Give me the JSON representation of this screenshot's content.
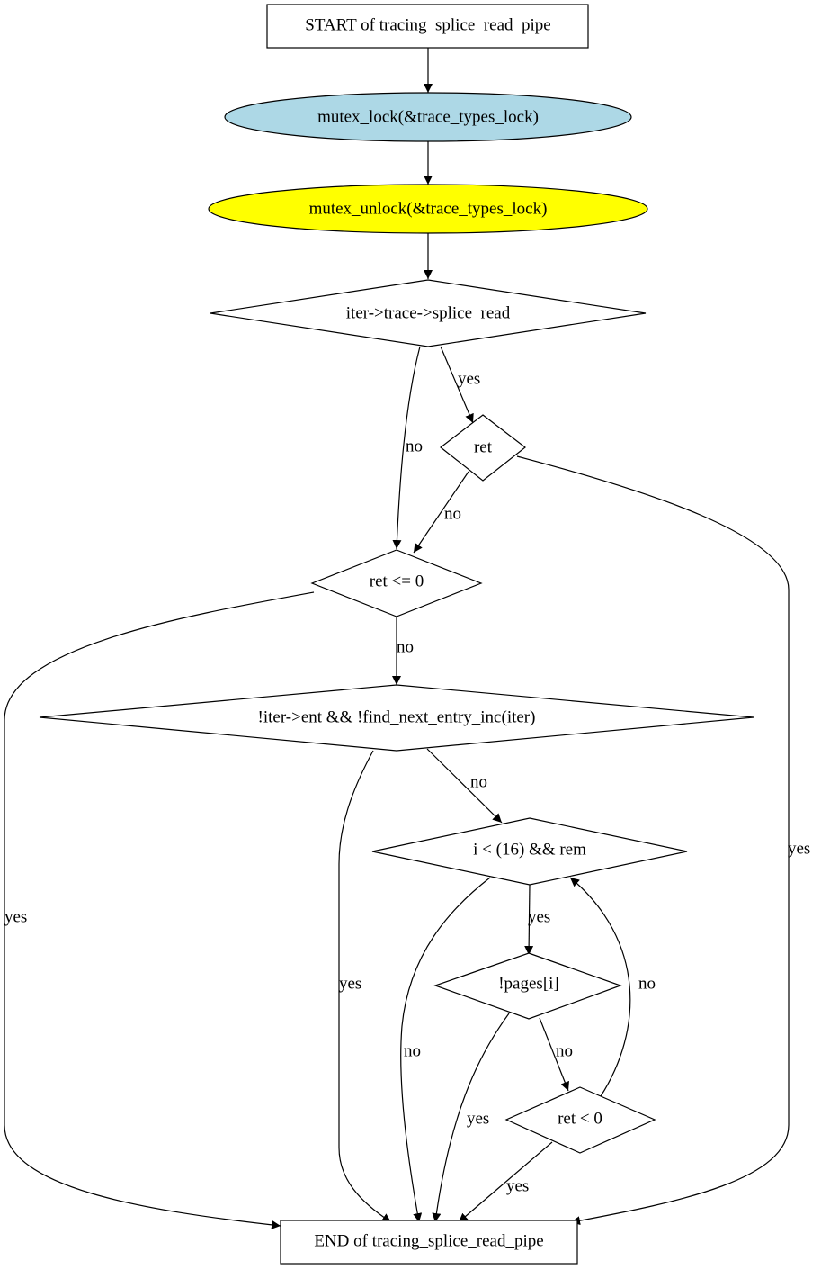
{
  "colors": {
    "background": "#ffffff",
    "stroke": "#000000",
    "lock_fill": "#add8e6",
    "unlock_fill": "#ffff00",
    "default_fill": "#ffffff"
  },
  "nodes": {
    "start": {
      "label": "START of tracing_splice_read_pipe",
      "shape": "box"
    },
    "lock": {
      "label": "mutex_lock(&trace_types_lock)",
      "shape": "ellipse"
    },
    "unlock": {
      "label": "mutex_unlock(&trace_types_lock)",
      "shape": "ellipse"
    },
    "splice_read": {
      "label": "iter->trace->splice_read",
      "shape": "diamond"
    },
    "ret": {
      "label": "ret",
      "shape": "diamond"
    },
    "ret_le0": {
      "label": "ret <= 0",
      "shape": "diamond"
    },
    "ent_check": {
      "label": "!iter->ent && !find_next_entry_inc(iter)",
      "shape": "diamond"
    },
    "loop": {
      "label": "i < (16) && rem",
      "shape": "diamond"
    },
    "pages": {
      "label": "!pages[i]",
      "shape": "diamond"
    },
    "ret_lt0": {
      "label": "ret < 0",
      "shape": "diamond"
    },
    "end": {
      "label": "END of tracing_splice_read_pipe",
      "shape": "box"
    }
  },
  "edges": [
    {
      "from": "start",
      "to": "lock",
      "label": ""
    },
    {
      "from": "lock",
      "to": "unlock",
      "label": ""
    },
    {
      "from": "unlock",
      "to": "splice_read",
      "label": ""
    },
    {
      "from": "splice_read",
      "to": "ret",
      "label": "yes"
    },
    {
      "from": "splice_read",
      "to": "ret_le0",
      "label": "no"
    },
    {
      "from": "ret",
      "to": "ret_le0",
      "label": "no"
    },
    {
      "from": "ret",
      "to": "end",
      "label": "yes"
    },
    {
      "from": "ret_le0",
      "to": "ent_check",
      "label": "no"
    },
    {
      "from": "ret_le0",
      "to": "end",
      "label": "yes"
    },
    {
      "from": "ent_check",
      "to": "loop",
      "label": "no"
    },
    {
      "from": "ent_check",
      "to": "end",
      "label": "yes"
    },
    {
      "from": "loop",
      "to": "pages",
      "label": "yes"
    },
    {
      "from": "loop",
      "to": "end",
      "label": "no"
    },
    {
      "from": "pages",
      "to": "ret_lt0",
      "label": "no"
    },
    {
      "from": "pages",
      "to": "end",
      "label": "yes"
    },
    {
      "from": "ret_lt0",
      "to": "loop",
      "label": "no"
    },
    {
      "from": "ret_lt0",
      "to": "end",
      "label": "yes"
    }
  ]
}
